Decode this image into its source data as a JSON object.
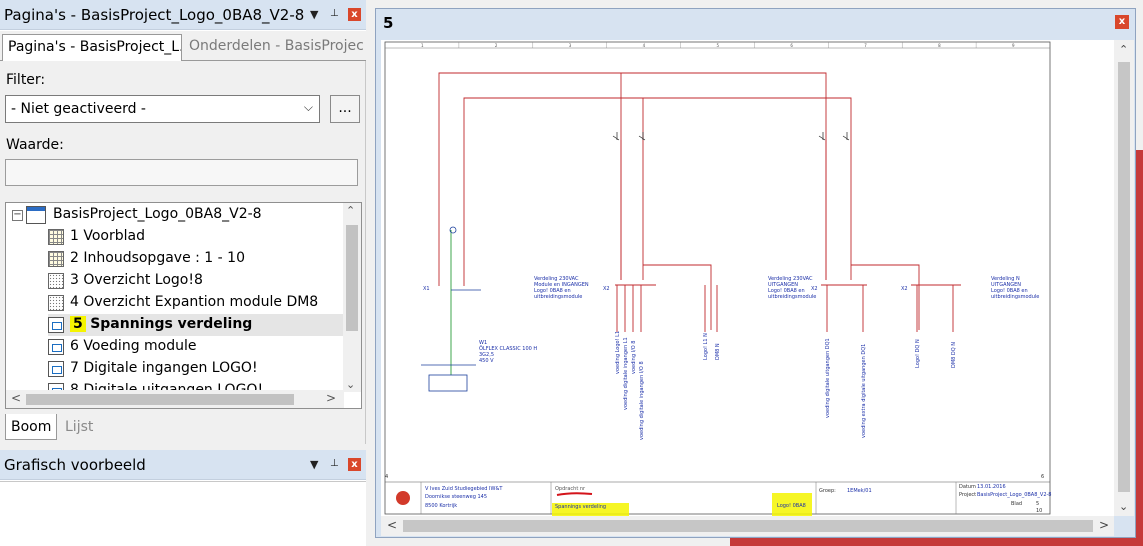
{
  "pages_panel": {
    "title": "Pagina's - BasisProject_Logo_0BA8_V2-8",
    "tabs": [
      {
        "label": "Pagina's - BasisProject_L..."
      },
      {
        "label": "Onderdelen - BasisProjec..."
      }
    ],
    "filter_label": "Filter:",
    "filter_value": "- Niet geactiveerd -",
    "filter_button": "...",
    "value_label": "Waarde:",
    "value_input": "",
    "tree": {
      "root": "BasisProject_Logo_0BA8_V2-8",
      "items": [
        {
          "num": "1",
          "label": "Voorblad"
        },
        {
          "num": "2",
          "label": "Inhoudsopgave : 1 - 10"
        },
        {
          "num": "3",
          "label": "Overzicht Logo!8"
        },
        {
          "num": "4",
          "label": "Overzicht Expantion module DM8"
        },
        {
          "num": "5",
          "label": "Spannings verdeling"
        },
        {
          "num": "6",
          "label": "Voeding module"
        },
        {
          "num": "7",
          "label": "Digitale ingangen LOGO!"
        },
        {
          "num": "8",
          "label": "Digitale uitgangen LOGO!"
        }
      ]
    },
    "bottom_tabs": [
      {
        "label": "Boom"
      },
      {
        "label": "Lijst"
      }
    ]
  },
  "preview_panel": {
    "title": "Grafisch voorbeeld"
  },
  "icons": {
    "dropdown": "▼",
    "pin": "📌",
    "close": "x",
    "chevron_down": "⌄",
    "collapse": "−",
    "scroll_up": "˄",
    "scroll_down": "˅",
    "scroll_left": "<",
    "scroll_right": ">"
  },
  "document": {
    "title": "5",
    "column_numbers": [
      "1",
      "2",
      "3",
      "4",
      "5",
      "6",
      "7",
      "8",
      "9"
    ],
    "labels": {
      "inputs_block": [
        "Verdeling 230VAC",
        "Module en INGANGEN",
        "Logo! 0BA8 en",
        "uitbreidingsmodule"
      ],
      "outputs_block": [
        "Verdeling 230VAC",
        "UITGANGEN",
        "Logo! 0BA8 en",
        "uitbreidingsmodule"
      ],
      "n_block": [
        "Verdeling N",
        "UITGANGEN",
        "Logo! 0BA8 en",
        "uitbreidingsmodule"
      ],
      "cable": [
        "W1",
        "ÖLFLEX CLASSIC 100 H",
        "3G2,5",
        "450 V"
      ],
      "x1": "X1",
      "x2a": "X2",
      "x2b": "X2",
      "x2c": "X2",
      "vert_left": [
        "voeding Logo! L1",
        "voeding digitale ingangen L1",
        "voeding I/O 8",
        "voeding digitale ingangen I/O 8"
      ],
      "vert_mid": [
        "Logo! L1 N",
        "DM8 N"
      ],
      "vert_right": [
        "voeding digitale uitgangen DQ1",
        "voeding extra digitale uitgangen DQ1"
      ],
      "vert_far": [
        "Logo! DQ N",
        "DM8 DQ N"
      ]
    },
    "title_block": {
      "company": [
        "V Ives Zuid Studiegebied IW&T",
        "Doornikse steenweg 145",
        "8500 Kortrijk"
      ],
      "opdracht_label": "Opdracht nr",
      "page_name": "Spannings verdeling",
      "logo_name": "Logo! 0BA8",
      "groep_label": "Groep:",
      "groep_value": "1EMek/01",
      "datum_label": "Datum",
      "datum_value": "13.01.2016",
      "project_label": "Project",
      "project_value": "BasisProject_Logo_0BA8_V2-8",
      "blad_label": "Blad",
      "blad_value": "5",
      "blad_of": "10",
      "corner_left": "4",
      "corner_right": "6"
    }
  }
}
